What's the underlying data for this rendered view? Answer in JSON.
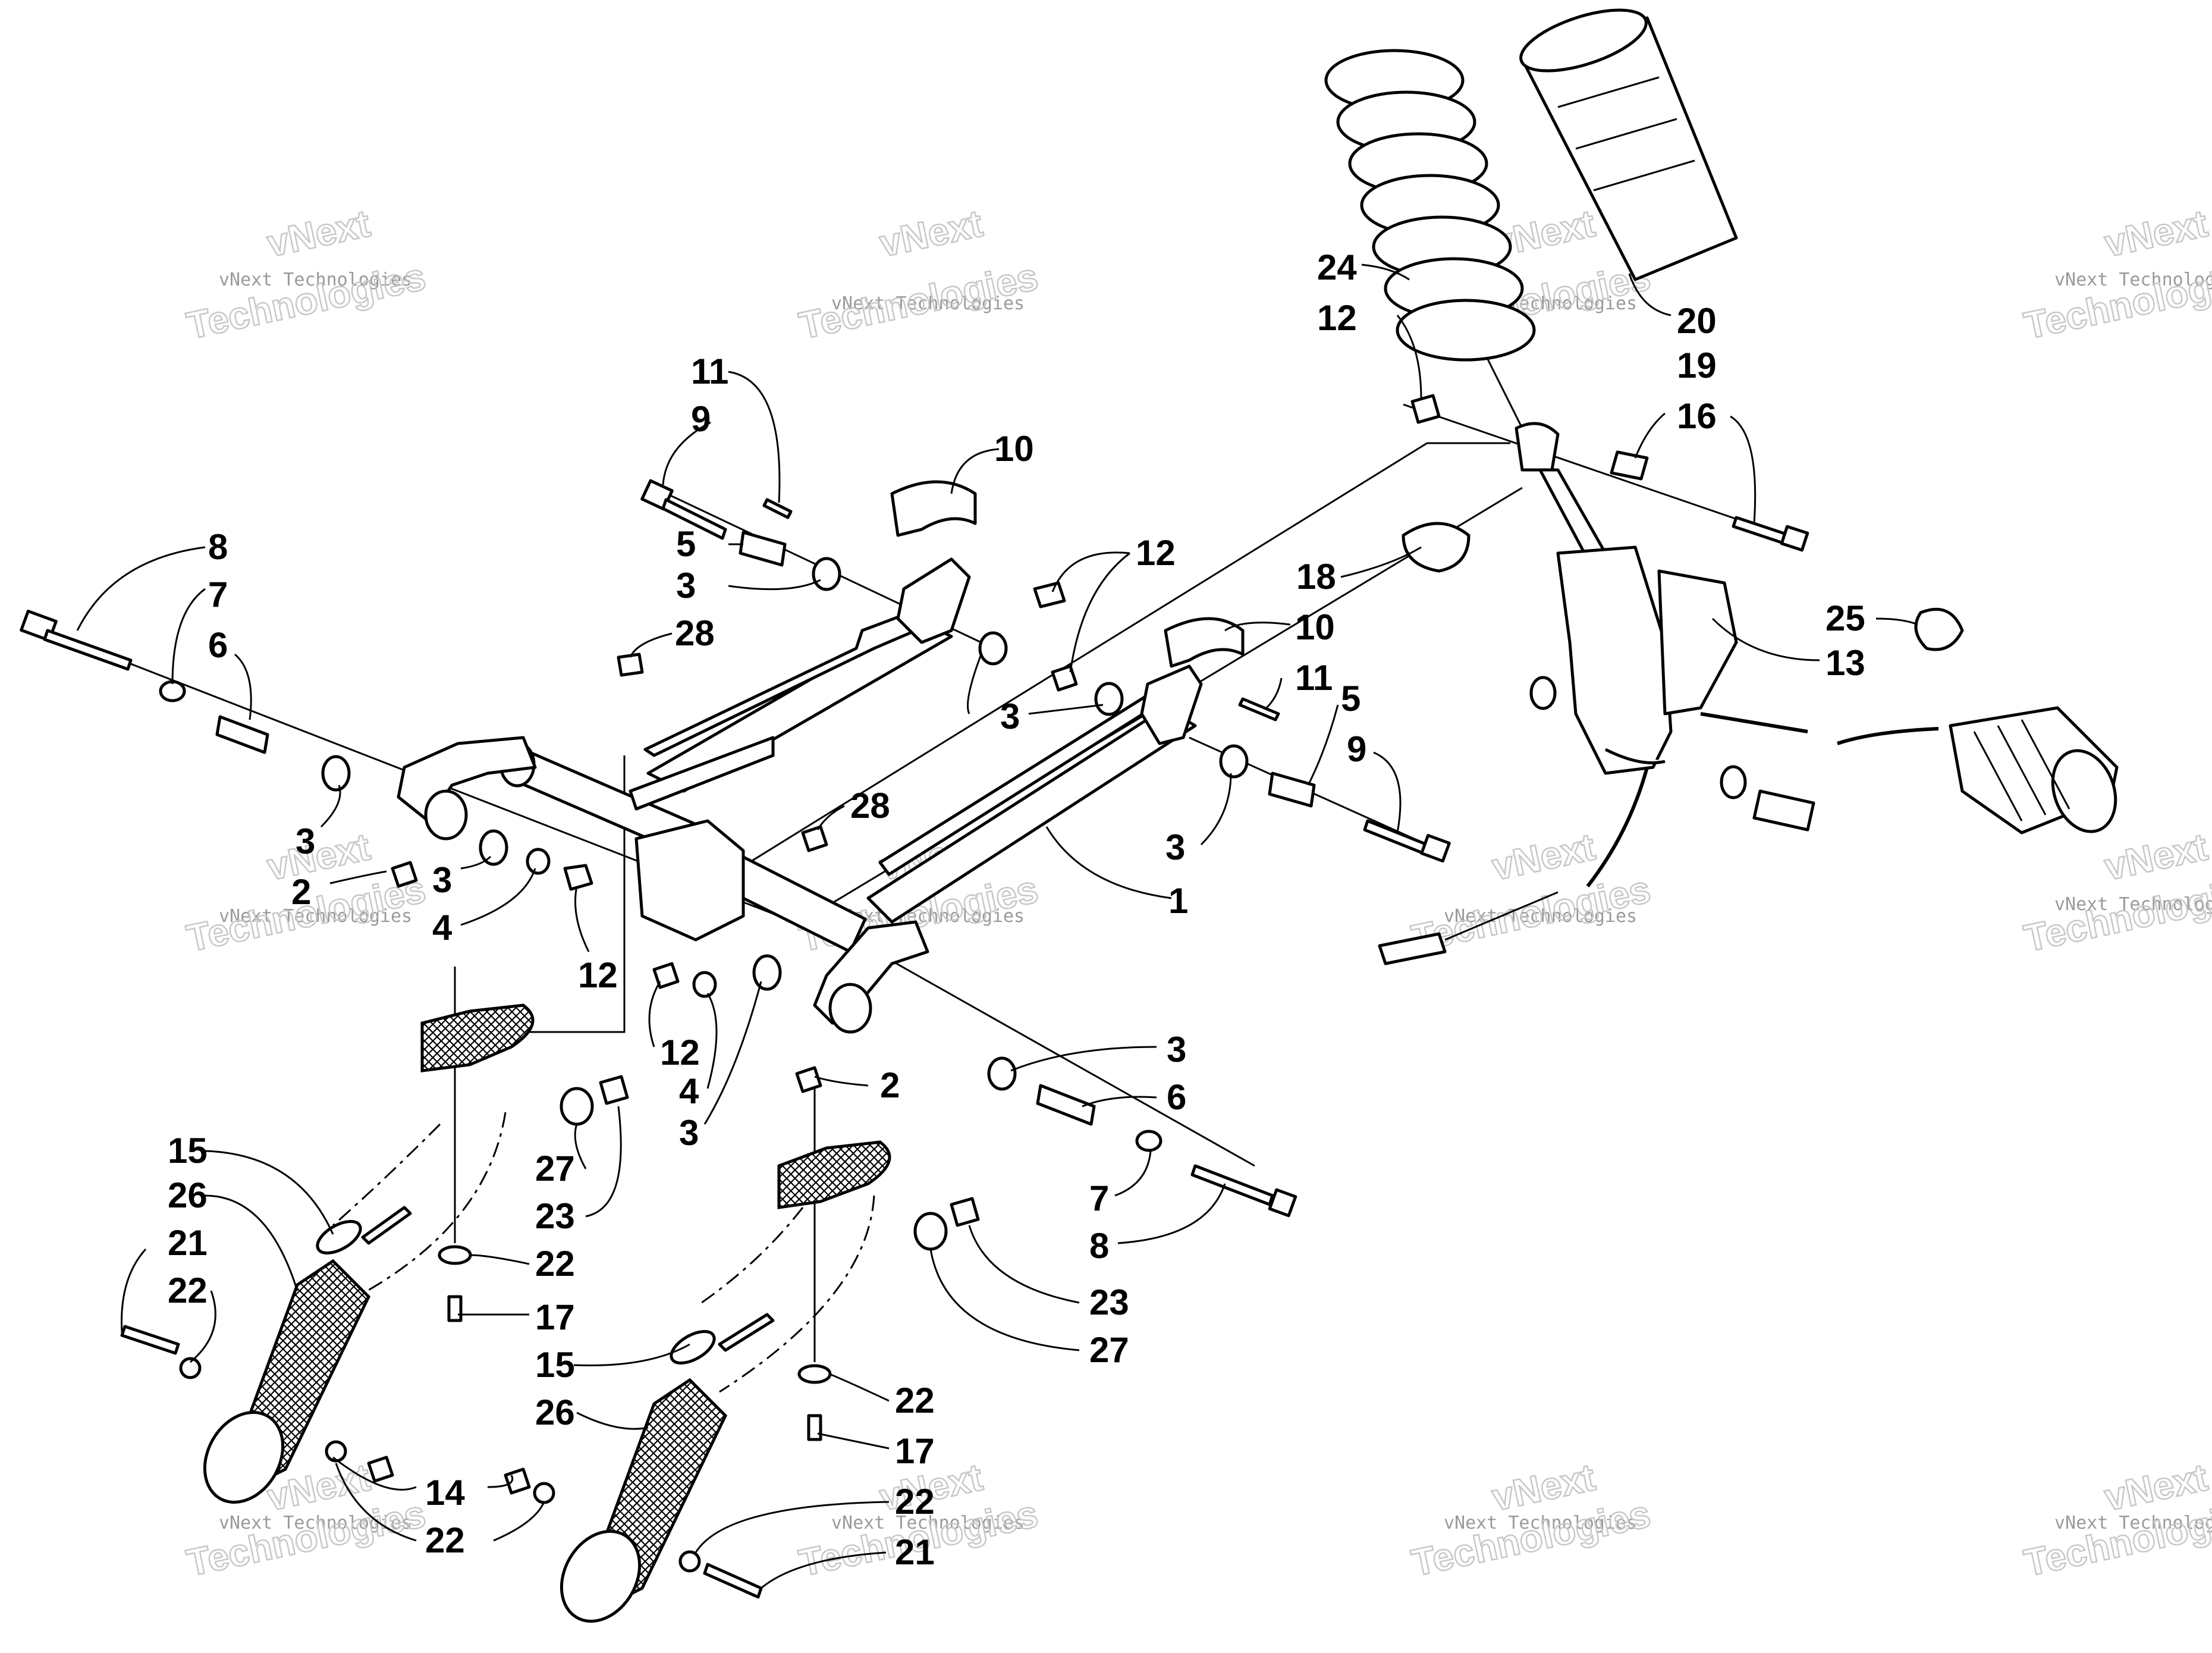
{
  "diagram": {
    "callouts": [
      {
        "id": "c1",
        "text": "1"
      },
      {
        "id": "c2a",
        "text": "2"
      },
      {
        "id": "c2b",
        "text": "2"
      },
      {
        "id": "c3a",
        "text": "3"
      },
      {
        "id": "c3b",
        "text": "3"
      },
      {
        "id": "c3c",
        "text": "3"
      },
      {
        "id": "c3d",
        "text": "3"
      },
      {
        "id": "c3e",
        "text": "3"
      },
      {
        "id": "c3f",
        "text": "3"
      },
      {
        "id": "c3g",
        "text": "3"
      },
      {
        "id": "c4a",
        "text": "4"
      },
      {
        "id": "c4b",
        "text": "4"
      },
      {
        "id": "c5a",
        "text": "5"
      },
      {
        "id": "c5b",
        "text": "5"
      },
      {
        "id": "c6a",
        "text": "6"
      },
      {
        "id": "c6b",
        "text": "6"
      },
      {
        "id": "c7a",
        "text": "7"
      },
      {
        "id": "c7b",
        "text": "7"
      },
      {
        "id": "c8a",
        "text": "8"
      },
      {
        "id": "c8b",
        "text": "8"
      },
      {
        "id": "c9a",
        "text": "9"
      },
      {
        "id": "c9b",
        "text": "9"
      },
      {
        "id": "c10a",
        "text": "10"
      },
      {
        "id": "c10b",
        "text": "10"
      },
      {
        "id": "c11a",
        "text": "11"
      },
      {
        "id": "c11b",
        "text": "11"
      },
      {
        "id": "c12a",
        "text": "12"
      },
      {
        "id": "c12b",
        "text": "12"
      },
      {
        "id": "c12c",
        "text": "12"
      },
      {
        "id": "c12d",
        "text": "12"
      },
      {
        "id": "c13",
        "text": "13"
      },
      {
        "id": "c14",
        "text": "14"
      },
      {
        "id": "c15a",
        "text": "15"
      },
      {
        "id": "c15b",
        "text": "15"
      },
      {
        "id": "c16",
        "text": "16"
      },
      {
        "id": "c17a",
        "text": "17"
      },
      {
        "id": "c17b",
        "text": "17"
      },
      {
        "id": "c18",
        "text": "18"
      },
      {
        "id": "c19",
        "text": "19"
      },
      {
        "id": "c20",
        "text": "20"
      },
      {
        "id": "c21a",
        "text": "21"
      },
      {
        "id": "c21b",
        "text": "21"
      },
      {
        "id": "c22a",
        "text": "22"
      },
      {
        "id": "c22b",
        "text": "22"
      },
      {
        "id": "c22c",
        "text": "22"
      },
      {
        "id": "c22d",
        "text": "22"
      },
      {
        "id": "c22e",
        "text": "22"
      },
      {
        "id": "c23a",
        "text": "23"
      },
      {
        "id": "c23b",
        "text": "23"
      },
      {
        "id": "c24",
        "text": "24"
      },
      {
        "id": "c25",
        "text": "25"
      },
      {
        "id": "c26a",
        "text": "26"
      },
      {
        "id": "c26b",
        "text": "26"
      },
      {
        "id": "c27a",
        "text": "27"
      },
      {
        "id": "c27b",
        "text": "27"
      },
      {
        "id": "c28a",
        "text": "28"
      },
      {
        "id": "c28b",
        "text": "28"
      }
    ],
    "watermark": {
      "line1": "vNext Technologies",
      "line2": "vNext",
      "line3": "Technologies"
    }
  }
}
